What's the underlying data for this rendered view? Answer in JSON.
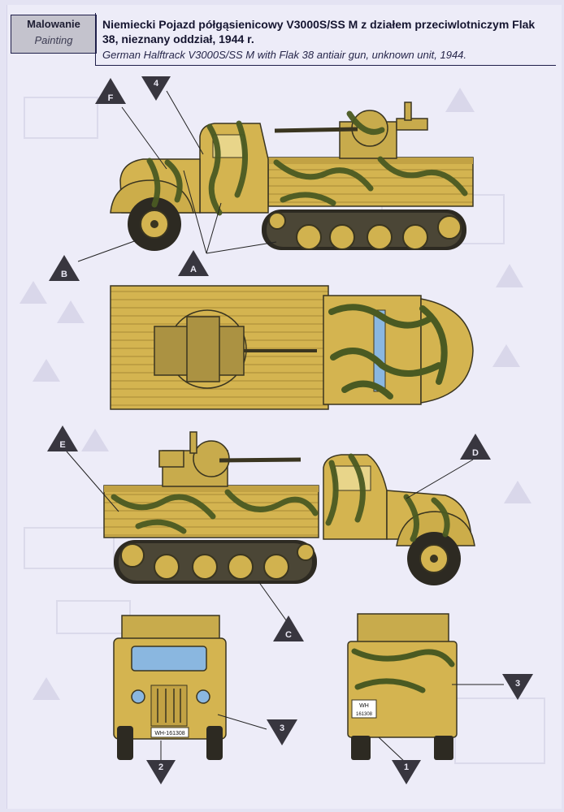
{
  "header": {
    "section_pl": "Malowanie",
    "section_en": "Painting",
    "title_pl": "Niemiecki Pojazd półgąsienicowy V3000S/SS M z działem przeciwlotniczym Flak 38, nieznany oddział, 1944 r.",
    "title_en": "German Halftrack V3000S/SS M with Flak 38 antiair gun, unknown unit, 1944."
  },
  "markers": {
    "F": "F",
    "four": "4",
    "B": "B",
    "A": "A",
    "E": "E",
    "D": "D",
    "C": "C",
    "three_front": "3",
    "two": "2",
    "three_rear": "3",
    "one": "1"
  },
  "plates": {
    "front": "WH-161308",
    "rear_top": "WH",
    "rear_bottom": "161308"
  },
  "colors": {
    "base_yellow": "#d4b450",
    "camo_green": "#4a5a22",
    "marker": "#38363f",
    "window_blue": "#8ab7e0"
  }
}
